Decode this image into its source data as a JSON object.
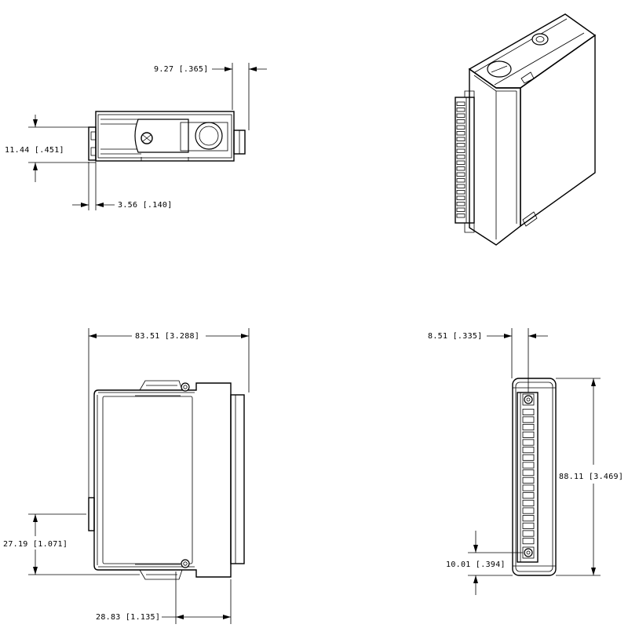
{
  "dimensions": {
    "top_depth": "9.27 [.365]",
    "top_height": "11.44 [.451]",
    "top_offset": "3.56 [.140]",
    "front_width": "83.51 [3.288]",
    "front_lower_height": "27.19 [1.071]",
    "front_bottom_width": "28.83 [1.135]",
    "side_top_offset": "8.51 [.335]",
    "side_height": "88.11 [3.469]",
    "side_bottom_offset": "10.01 [.394]"
  },
  "side_view": {
    "terminal_count": 18
  },
  "iso_view": {
    "pin_count": 20
  }
}
